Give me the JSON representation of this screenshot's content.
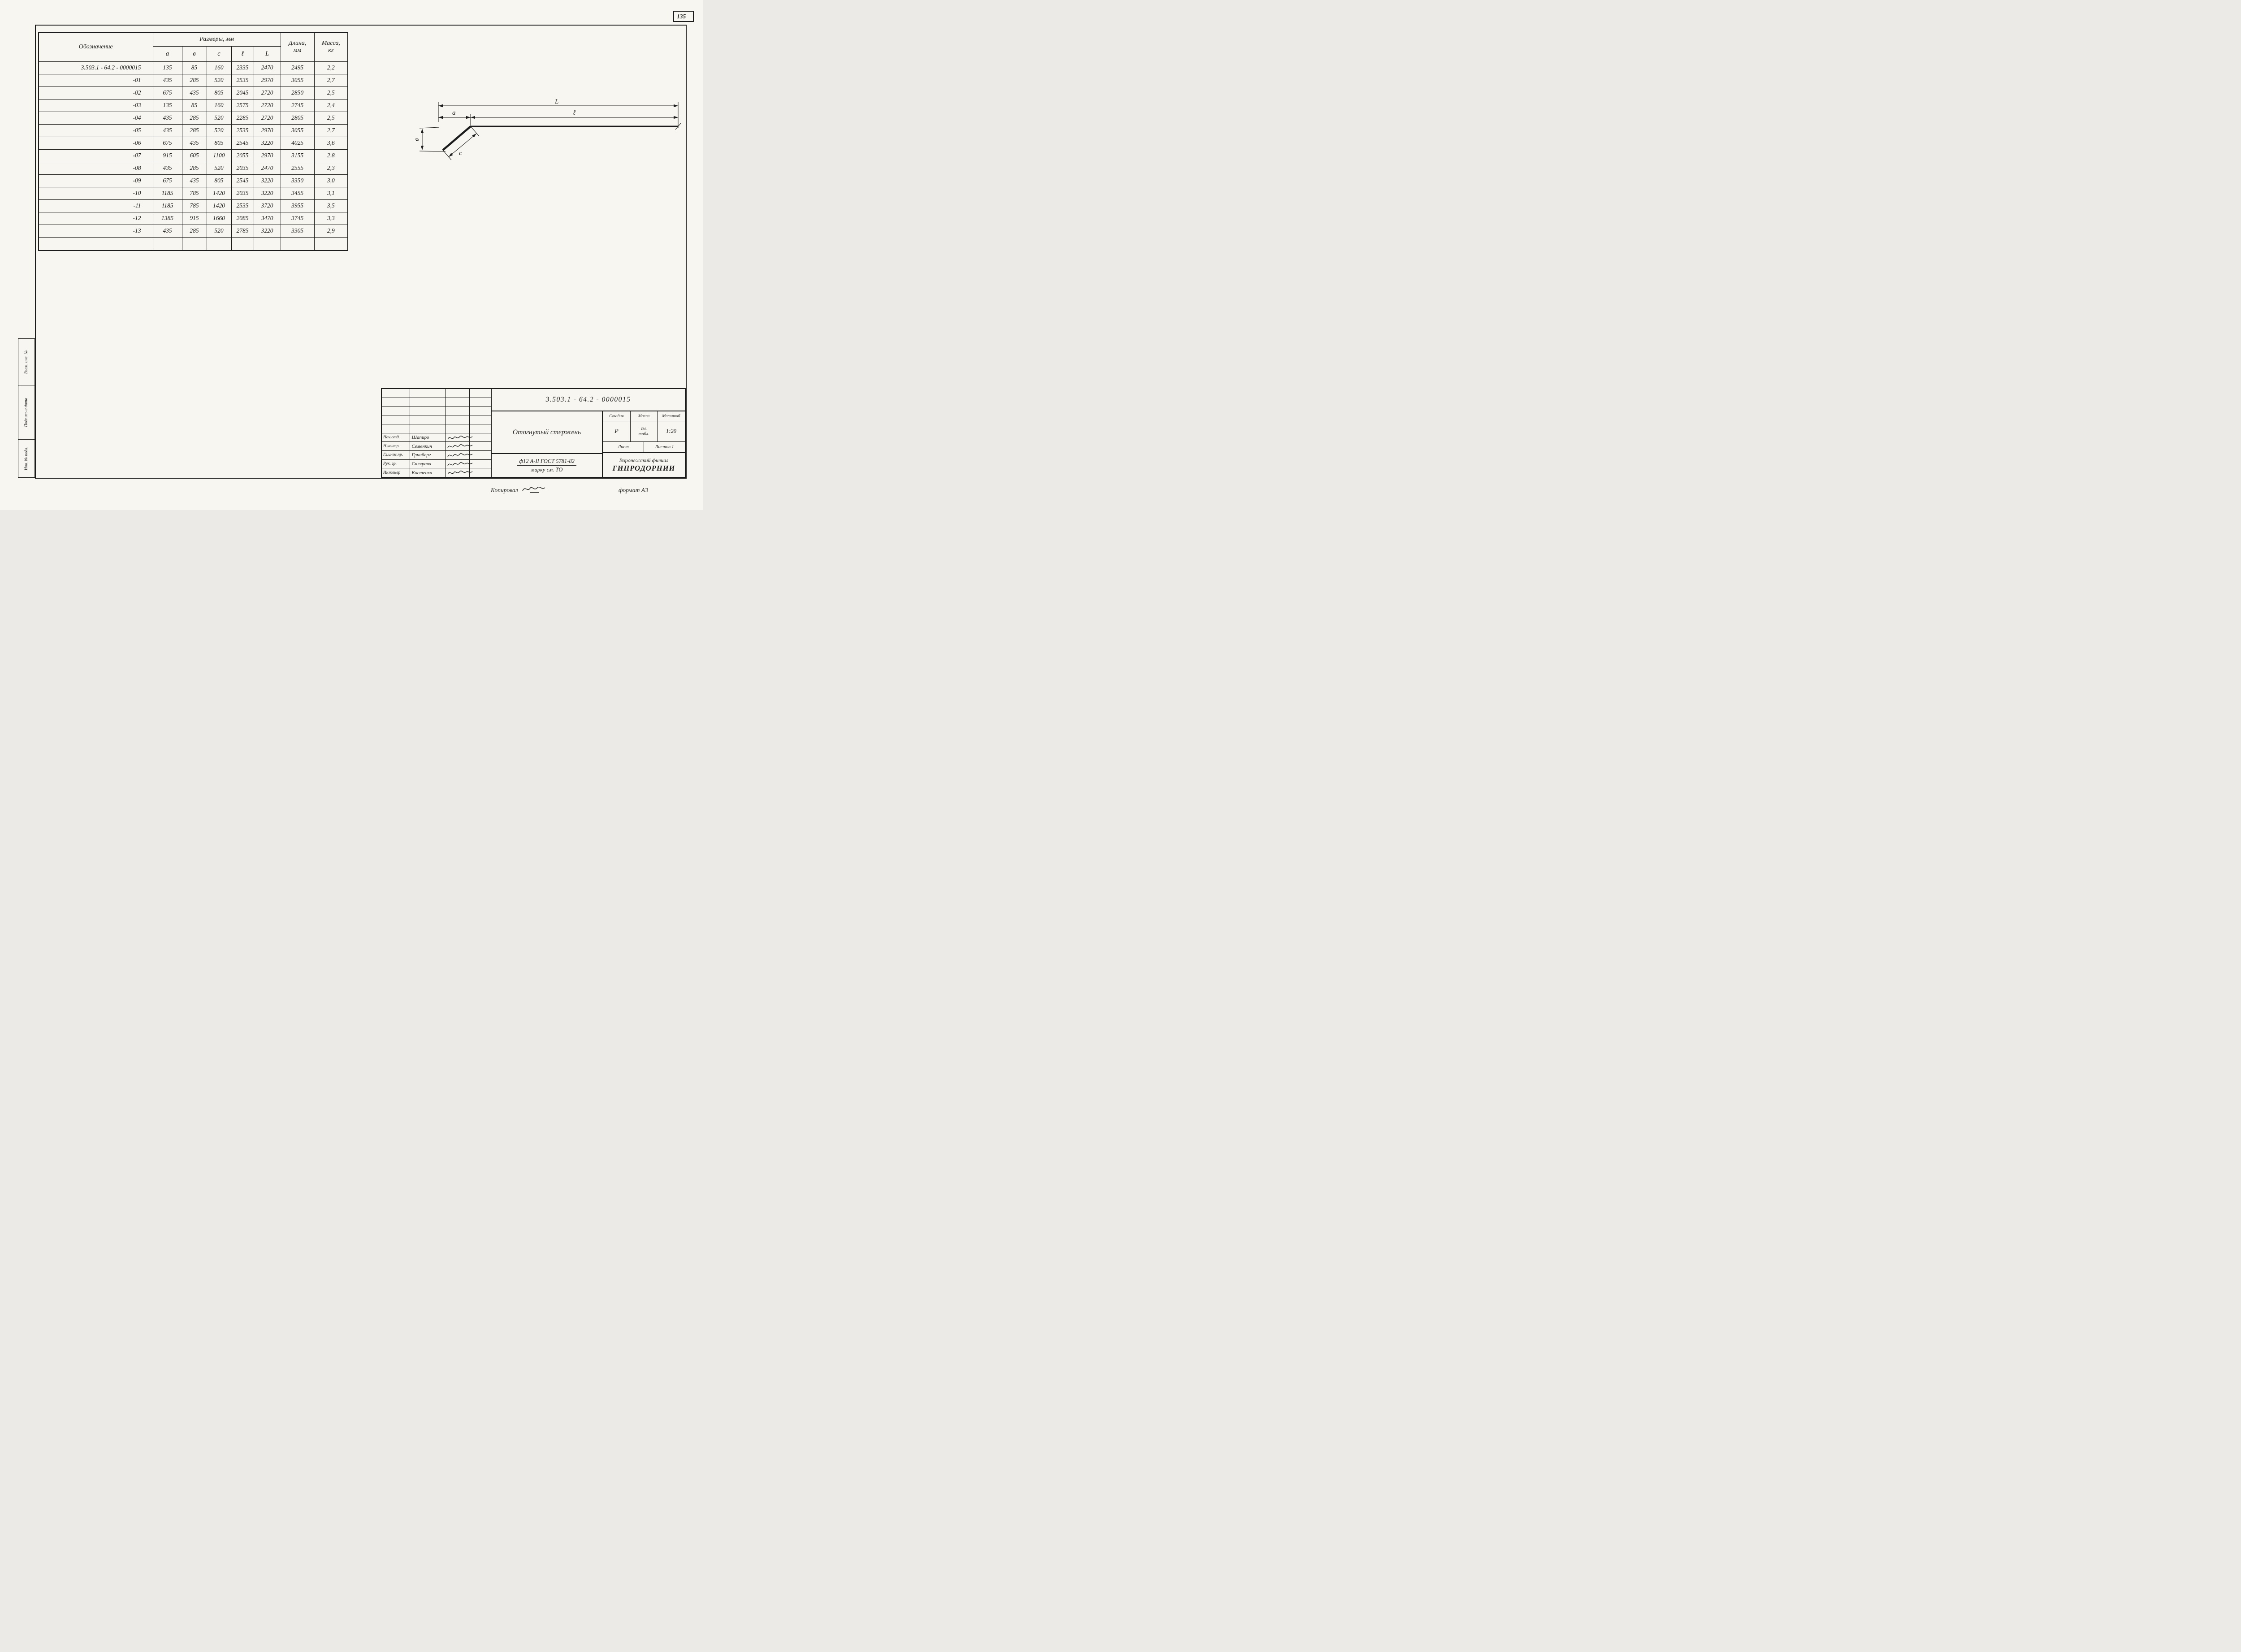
{
  "page": {
    "sheet_number": "135",
    "copied_label": "Копировал",
    "format_label": "формат А3"
  },
  "side_strip": {
    "labels": [
      "Взам. инв. №",
      "Подпись и дата",
      "Инв. № подл."
    ]
  },
  "table": {
    "headers": {
      "designation": "Обозначение",
      "sizes_group": "Размеры, мм",
      "col_a": "a",
      "col_b": "в",
      "col_c": "c",
      "col_l": "ℓ",
      "col_L": "L",
      "length": "Длина,\nмм",
      "mass": "Масса,\nкг"
    },
    "rows": [
      {
        "des": "3.503.1 - 64.2 - 0000015",
        "a": "135",
        "b": "85",
        "c": "160",
        "l": "2335",
        "L": "2470",
        "len": "2495",
        "mass": "2,2"
      },
      {
        "des": "-01",
        "a": "435",
        "b": "285",
        "c": "520",
        "l": "2535",
        "L": "2970",
        "len": "3055",
        "mass": "2,7"
      },
      {
        "des": "-02",
        "a": "675",
        "b": "435",
        "c": "805",
        "l": "2045",
        "L": "2720",
        "len": "2850",
        "mass": "2,5"
      },
      {
        "des": "-03",
        "a": "135",
        "b": "85",
        "c": "160",
        "l": "2575",
        "L": "2720",
        "len": "2745",
        "mass": "2,4"
      },
      {
        "des": "-04",
        "a": "435",
        "b": "285",
        "c": "520",
        "l": "2285",
        "L": "2720",
        "len": "2805",
        "mass": "2,5"
      },
      {
        "des": "-05",
        "a": "435",
        "b": "285",
        "c": "520",
        "l": "2535",
        "L": "2970",
        "len": "3055",
        "mass": "2,7"
      },
      {
        "des": "-06",
        "a": "675",
        "b": "435",
        "c": "805",
        "l": "2545",
        "L": "3220",
        "len": "4025",
        "mass": "3,6"
      },
      {
        "des": "-07",
        "a": "915",
        "b": "605",
        "c": "1100",
        "l": "2055",
        "L": "2970",
        "len": "3155",
        "mass": "2,8"
      },
      {
        "des": "-08",
        "a": "435",
        "b": "285",
        "c": "520",
        "l": "2035",
        "L": "2470",
        "len": "2555",
        "mass": "2,3"
      },
      {
        "des": "-09",
        "a": "675",
        "b": "435",
        "c": "805",
        "l": "2545",
        "L": "3220",
        "len": "3350",
        "mass": "3,0"
      },
      {
        "des": "-10",
        "a": "1185",
        "b": "785",
        "c": "1420",
        "l": "2035",
        "L": "3220",
        "len": "3455",
        "mass": "3,1"
      },
      {
        "des": "-11",
        "a": "1185",
        "b": "785",
        "c": "1420",
        "l": "2535",
        "L": "3720",
        "len": "3955",
        "mass": "3,5"
      },
      {
        "des": "-12",
        "a": "1385",
        "b": "915",
        "c": "1660",
        "l": "2085",
        "L": "3470",
        "len": "3745",
        "mass": "3,3"
      },
      {
        "des": "-13",
        "a": "435",
        "b": "285",
        "c": "520",
        "l": "2785",
        "L": "3220",
        "len": "3305",
        "mass": "2,9"
      }
    ]
  },
  "diagram": {
    "labels": {
      "L": "L",
      "l": "ℓ",
      "a": "a",
      "b": "в",
      "c": "с"
    }
  },
  "title_block": {
    "doc_number": "3.503.1 - 64.2 - 0000015",
    "title": "Отогнутый стержень",
    "stage_label": "Стадия",
    "mass_label": "Масса",
    "scale_label": "Масштаб",
    "stage_value": "Р",
    "mass_value": "см.\nтабл.",
    "scale_value": "1:20",
    "sheet_label": "Лист",
    "sheets_label": "Листов 1",
    "material_line1": "ф12 А-II ГОСТ 5781-82",
    "material_line2": "марку  см.  ТО",
    "org_line1": "Воронежский филиал",
    "org_line2": "ГИПРОДОРНИИ",
    "signers": [
      {
        "role": "Нач.отд.",
        "name": "Шапиро"
      },
      {
        "role": "Н.контр.",
        "name": "Семенкин"
      },
      {
        "role": "Гл.инж.пр.",
        "name": "Гринберг"
      },
      {
        "role": "Рук. гр.",
        "name": "Склярава"
      },
      {
        "role": "Инженер",
        "name": "Костенка"
      }
    ]
  }
}
